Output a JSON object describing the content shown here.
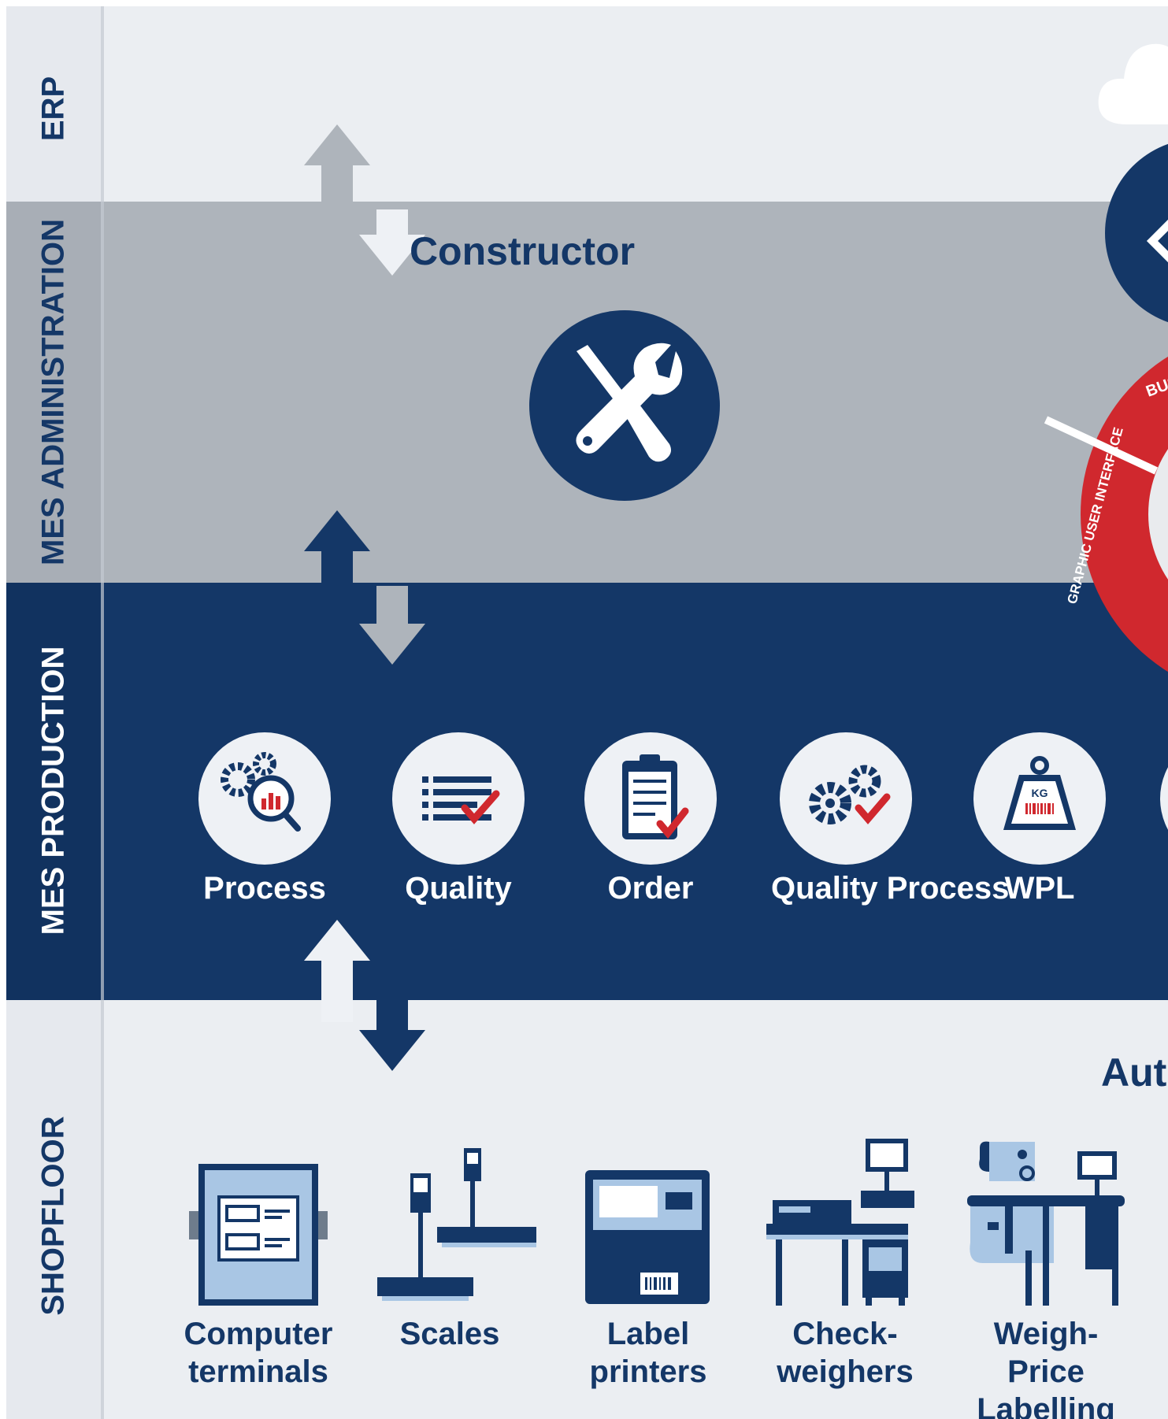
{
  "layers": {
    "erp": "ERP",
    "admin": "MES ADMINISTRATION",
    "production": "MES PRODUCTION",
    "shopfloor": "SHOPFLOOR"
  },
  "admin": {
    "title": "Constructor",
    "icon": "tools-icon"
  },
  "production": {
    "items": [
      {
        "label": "Process",
        "icon": "process-analysis-icon"
      },
      {
        "label": "Quality",
        "icon": "quality-checklist-icon"
      },
      {
        "label": "Order",
        "icon": "order-clipboard-icon"
      },
      {
        "label": "Quality Process",
        "icon": "gears-check-icon"
      },
      {
        "label": "WPL",
        "icon": "weight-kg-icon"
      }
    ]
  },
  "ring": {
    "top_text": "BUS",
    "side_text": "GRAPHIC USER INTERFACE"
  },
  "weight_label": "KG",
  "shopfloor": {
    "title": "Auto",
    "items": [
      {
        "line1": "Computer",
        "line2": "terminals",
        "icon": "computer-terminal-icon"
      },
      {
        "line1": "Scales",
        "line2": "",
        "icon": "scales-icon"
      },
      {
        "line1": "Label",
        "line2": "printers",
        "icon": "label-printer-icon"
      },
      {
        "line1": "Check-",
        "line2": "weighers",
        "icon": "checkweigher-icon"
      },
      {
        "line1": "Weigh-Price",
        "line2": "Labelling",
        "icon": "weigh-price-labelling-icon"
      }
    ]
  },
  "colors": {
    "navy": "#143767",
    "gray_band": "#aeb4bb",
    "light_band": "#ebeef2",
    "red_accent": "#d0282e",
    "light_blue": "#a9c6e4"
  }
}
